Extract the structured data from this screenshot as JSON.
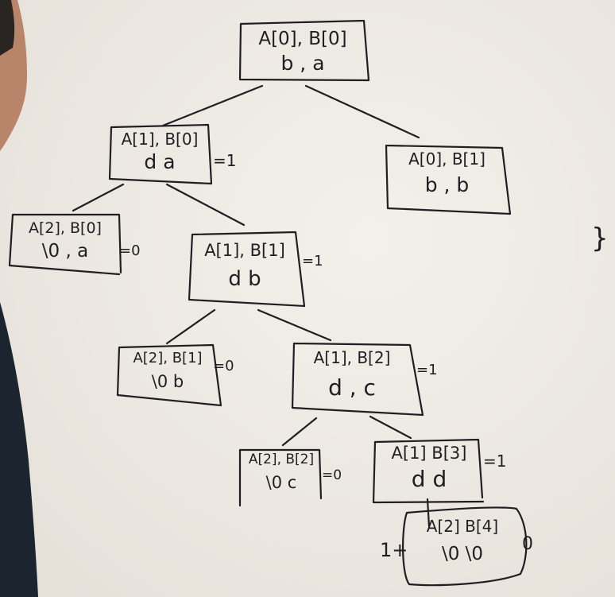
{
  "tree": {
    "nodes": [
      {
        "id": "root",
        "top": "A[0], B[0]",
        "bottom": "b , a",
        "result": ""
      },
      {
        "id": "l",
        "top": "A[1], B[0]",
        "bottom": "d  a",
        "result": "=1"
      },
      {
        "id": "r",
        "top": "A[0], B[1]",
        "bottom": "b , b",
        "result": ""
      },
      {
        "id": "ll",
        "top": "A[2], B[0]",
        "bottom": "\\0 , a",
        "result": "=0"
      },
      {
        "id": "lr",
        "top": "A[1], B[1]",
        "bottom": "d  b",
        "result": "=1"
      },
      {
        "id": "lrl",
        "top": "A[2], B[1]",
        "bottom": "\\0  b",
        "result": "=0"
      },
      {
        "id": "lrr",
        "top": "A[1], B[2]",
        "bottom": "d , c",
        "result": "=1"
      },
      {
        "id": "lrrl",
        "top": "A[2], B[2]",
        "bottom": "\\0  c",
        "result": "=0"
      },
      {
        "id": "lrrr",
        "top": "A[1] B[3]",
        "bottom": "d  d",
        "result": "=1"
      },
      {
        "id": "leaf",
        "top": "A[2]  B[4]",
        "bottom": "\\0  \\0",
        "result": "0"
      }
    ],
    "annotations": {
      "plus_one": "1+",
      "brace": "}"
    }
  },
  "colors": {
    "board": "#ece8e1",
    "marker": "#1f1f23"
  }
}
